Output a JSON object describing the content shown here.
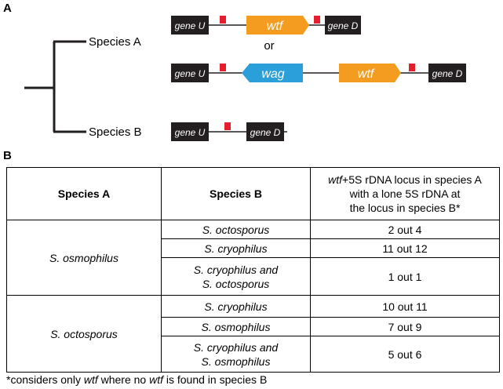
{
  "panelA": {
    "label": "A",
    "species_a": "Species A",
    "species_b": "Species B",
    "or_text": "or",
    "gene_u": "gene U",
    "gene_d": "gene D",
    "wtf": "wtf",
    "wag": "wag",
    "colors": {
      "gene": "#231f20",
      "wtf": "#f39c1f",
      "wag": "#2b9fd9",
      "rdna": "#e41e2b"
    }
  },
  "panelB": {
    "label": "B",
    "headers": {
      "species_a": "Species A",
      "species_b": "Species B",
      "locus_italic": "wtf",
      "locus_line1": "+5S rDNA locus in species A",
      "locus_line2": "with a lone 5S rDNA at",
      "locus_line3": "the locus in species B*"
    },
    "groups": [
      {
        "species_a": "S. osmophilus",
        "rows": [
          {
            "species_b": [
              "S. octosporus"
            ],
            "count": "2 out 4"
          },
          {
            "species_b": [
              "S. cryophilus"
            ],
            "count": "11 out 12"
          },
          {
            "species_b": [
              "S. cryophilus and",
              "S. octosporus"
            ],
            "count": "1 out 1"
          }
        ]
      },
      {
        "species_a": "S. octosporus",
        "rows": [
          {
            "species_b": [
              "S. cryophilus"
            ],
            "count": "10 out 11"
          },
          {
            "species_b": [
              "S. osmophilus"
            ],
            "count": "7 out 9"
          },
          {
            "species_b": [
              "S. cryophilus and",
              "S. osmophilus"
            ],
            "count": "5 out 6"
          }
        ]
      }
    ],
    "footnote_pre": "*considers only ",
    "footnote_i1": "wtf",
    "footnote_mid": " where no ",
    "footnote_i2": "wtf",
    "footnote_post": " is found in species B"
  }
}
